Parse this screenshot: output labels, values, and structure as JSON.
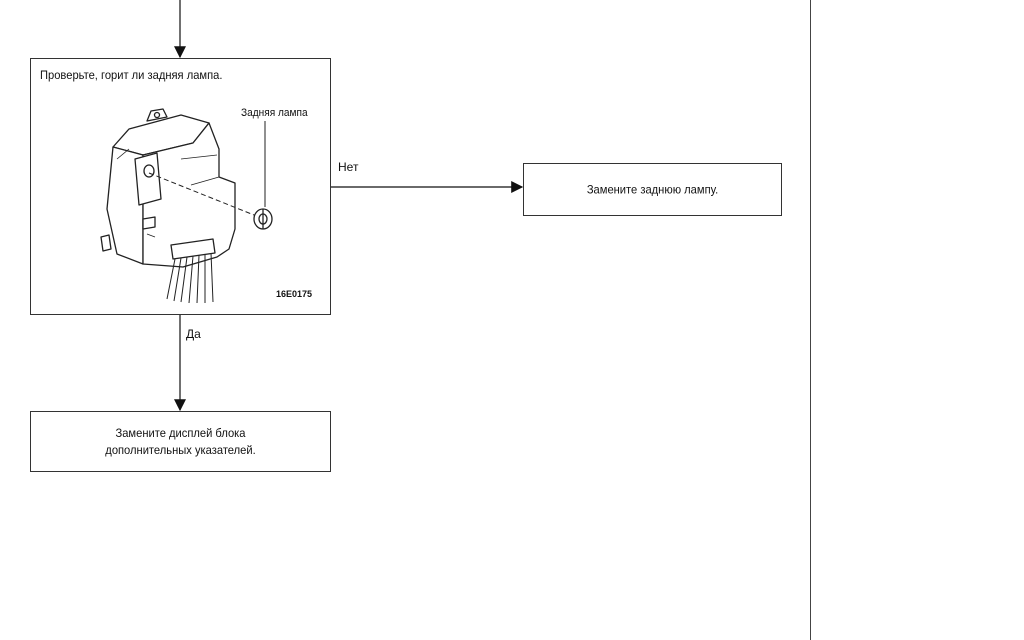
{
  "check_step": {
    "question": "Проверьте, горит ли задняя лампа.",
    "callout_label": "Задняя лампа",
    "figure_code": "16E0175"
  },
  "branch_no": {
    "label": "Нет",
    "action": "Замените заднюю лампу."
  },
  "branch_yes": {
    "label": "Да",
    "action_line1": "Замените дисплей блока",
    "action_line2": "дополнительных указателей."
  }
}
